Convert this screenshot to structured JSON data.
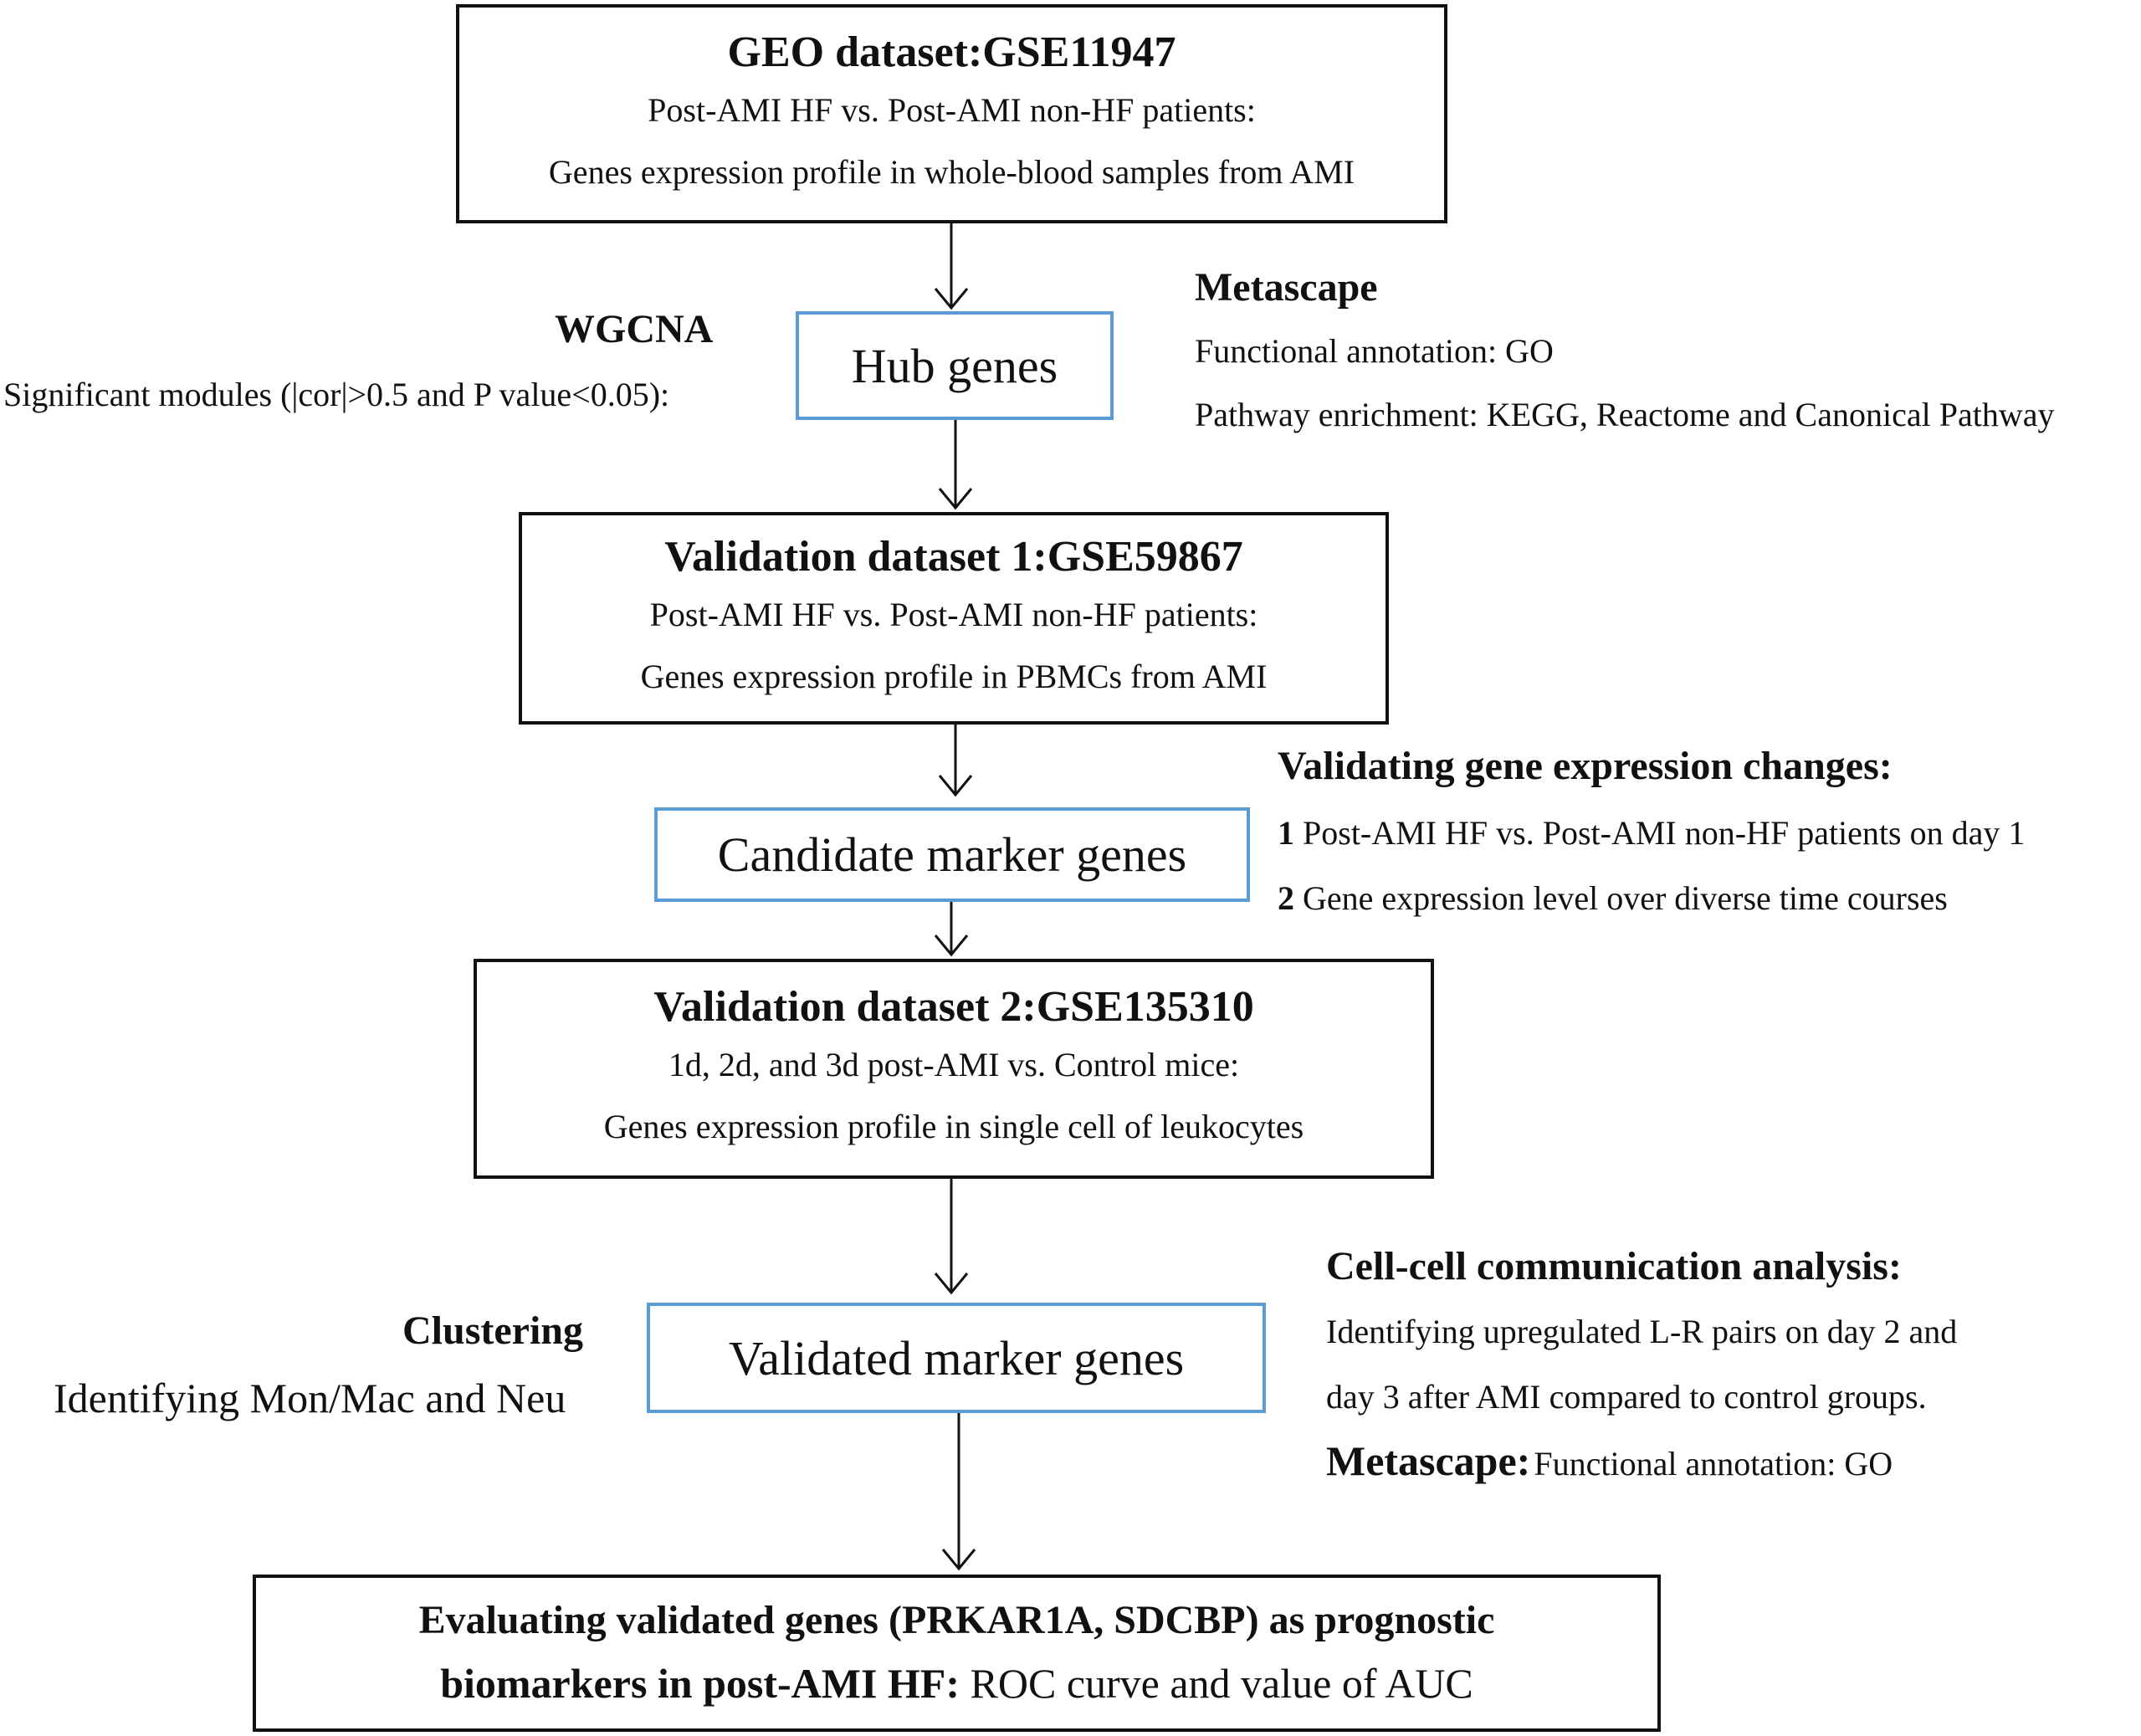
{
  "geo_box": {
    "title": "GEO dataset:GSE11947",
    "line1": "Post-AMI HF vs. Post-AMI non-HF patients:",
    "line2": "Genes expression profile in whole-blood samples from AMI"
  },
  "hub_box": {
    "label": "Hub genes"
  },
  "wgcna": {
    "heading": "WGCNA",
    "text": "Significant modules (|cor|>0.5 and P value<0.05):"
  },
  "metascape1": {
    "heading": "Metascape",
    "line1": "Functional annotation: GO",
    "line2": "Pathway enrichment: KEGG, Reactome and Canonical Pathway"
  },
  "validation1": {
    "title": "Validation dataset 1:GSE59867",
    "line1": "Post-AMI HF vs. Post-AMI non-HF patients:",
    "line2": "Genes expression profile in PBMCs from AMI"
  },
  "candidate_box": {
    "label": "Candidate marker genes"
  },
  "validating": {
    "heading": "Validating gene expression changes:",
    "item1_num": "1",
    "item1_text": "Post-AMI HF vs. Post-AMI non-HF patients on day 1",
    "item2_num": "2",
    "item2_text": "Gene expression level over diverse time courses"
  },
  "validation2": {
    "title": "Validation dataset 2:GSE135310",
    "line1": "1d, 2d, and 3d post-AMI vs. Control mice:",
    "line2": "Genes expression profile in single cell of leukocytes"
  },
  "validated_box": {
    "label": "Validated marker genes"
  },
  "clustering": {
    "heading": "Clustering",
    "text": "Identifying Mon/Mac and Neu"
  },
  "cellcell": {
    "heading": "Cell-cell communication analysis:",
    "line1": "Identifying upregulated L-R pairs on day 2 and",
    "line2": "day 3 after AMI compared to control groups.",
    "metascape_heading": "Metascape:",
    "metascape_text": "Functional annotation: GO"
  },
  "final_box": {
    "line1": "Evaluating validated genes (PRKAR1A, SDCBP) as prognostic",
    "line2_bold": "biomarkers in post-AMI HF:",
    "line2_rest": "ROC curve and value of AUC"
  },
  "colors": {
    "black_border": "#111111",
    "blue_border": "#5b9bd5",
    "arrow": "#111111"
  }
}
